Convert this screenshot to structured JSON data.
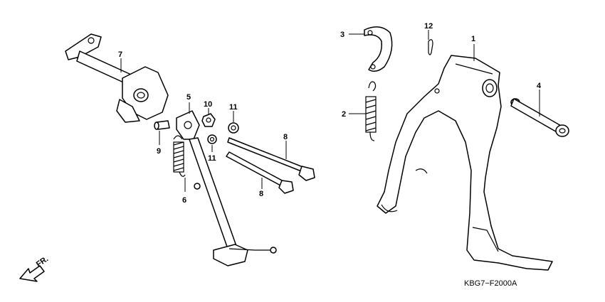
{
  "direction_label": "FR.",
  "diagram_code": "KBG7−F2000A",
  "callouts": {
    "p1": "1",
    "p2": "2",
    "p3": "3",
    "p4": "4",
    "p5": "5",
    "p6": "6",
    "p7": "7",
    "p8a": "8",
    "p8b": "8",
    "p9": "9",
    "p10": "10",
    "p11a": "11",
    "p11b": "11",
    "p12": "12"
  }
}
